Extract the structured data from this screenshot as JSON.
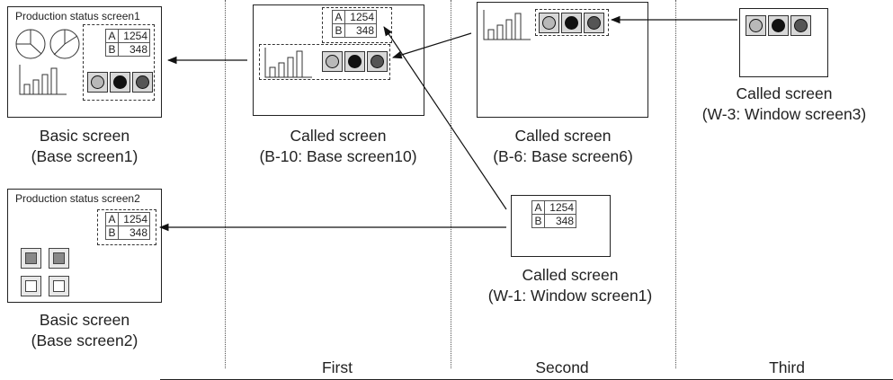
{
  "columns": {
    "first": "First",
    "second": "Second",
    "third": "Third"
  },
  "screens": {
    "base1": {
      "title": "Production status screen1",
      "caption_line1": "Basic screen",
      "caption_line2": "(Base screen1)",
      "table": {
        "a_label": "A",
        "a_value": "1254",
        "b_label": "B",
        "b_value": "348"
      }
    },
    "base2": {
      "title": "Production status screen2",
      "caption_line1": "Basic screen",
      "caption_line2": "(Base screen2)",
      "table": {
        "a_label": "A",
        "a_value": "1254",
        "b_label": "B",
        "b_value": "348"
      }
    },
    "b10": {
      "caption_line1": "Called screen",
      "caption_line2": "(B-10: Base screen10)",
      "table": {
        "a_label": "A",
        "a_value": "1254",
        "b_label": "B",
        "b_value": "348"
      }
    },
    "b6": {
      "caption_line1": "Called screen",
      "caption_line2": "(B-6: Base screen6)"
    },
    "w1": {
      "caption_line1": "Called screen",
      "caption_line2": "(W-1: Window screen1)",
      "table": {
        "a_label": "A",
        "a_value": "1254",
        "b_label": "B",
        "b_value": "348"
      }
    },
    "w3": {
      "caption_line1": "Called screen",
      "caption_line2": "(W-3: Window screen3)"
    }
  },
  "lamp_colors": {
    "light": "#b8b8b8",
    "black": "#111111",
    "dark": "#555555"
  },
  "icons": [
    "pie-chart-icon",
    "bar-graph-icon",
    "lamp-icon",
    "switch-icon",
    "arrow-icon"
  ]
}
